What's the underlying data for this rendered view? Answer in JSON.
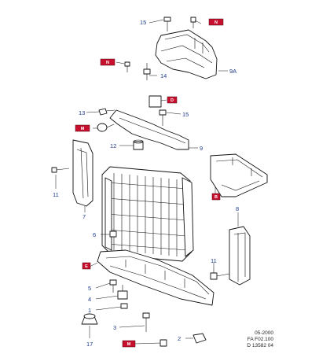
{
  "diagram": {
    "callouts": {
      "c15a": "15",
      "c9a": "9A",
      "c14": "14",
      "c13": "13",
      "c15b": "15",
      "c12": "12",
      "c9": "9",
      "c11a": "11",
      "c7": "7",
      "c8": "8",
      "c6": "6",
      "c11b": "11",
      "c5": "5",
      "c4": "4",
      "c1": "1",
      "c3": "3",
      "c17": "17",
      "c2": "2"
    },
    "badges": {
      "b1": "N",
      "b2": "N",
      "b3": "D",
      "b4": "M",
      "b5": "B",
      "b6": "E",
      "b7": "M"
    },
    "footer": {
      "line1": "05-2000",
      "line2": "FA F02.100",
      "line3": "D 13582 04"
    }
  }
}
